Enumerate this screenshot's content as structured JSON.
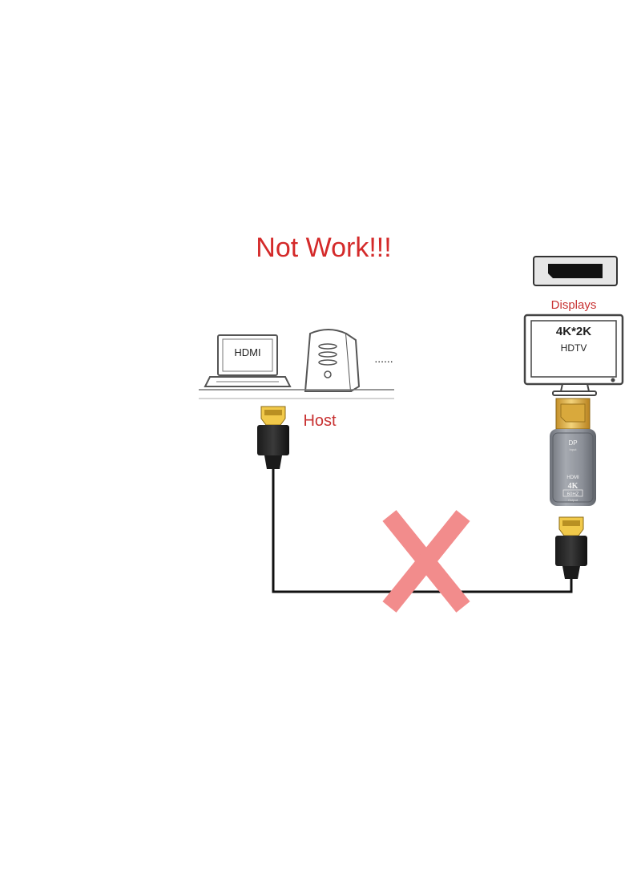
{
  "title": "Not Work!!!",
  "host": {
    "label": "Host",
    "laptop_screen_text": "HDMI",
    "more_devices": "......"
  },
  "display": {
    "label": "Displays",
    "monitor_line1": "4K*2K",
    "monitor_line2": "HDTV"
  },
  "adapter": {
    "input_text": "DP",
    "input_sub": "Input",
    "output_line1": "HDMI",
    "output_line2": "4K",
    "output_line3": "60HZ",
    "output_sub": "Output"
  },
  "colors": {
    "label_red": "#c83232",
    "cross_pink": "#f28c8c",
    "adapter_gray": "#8a8e96"
  }
}
